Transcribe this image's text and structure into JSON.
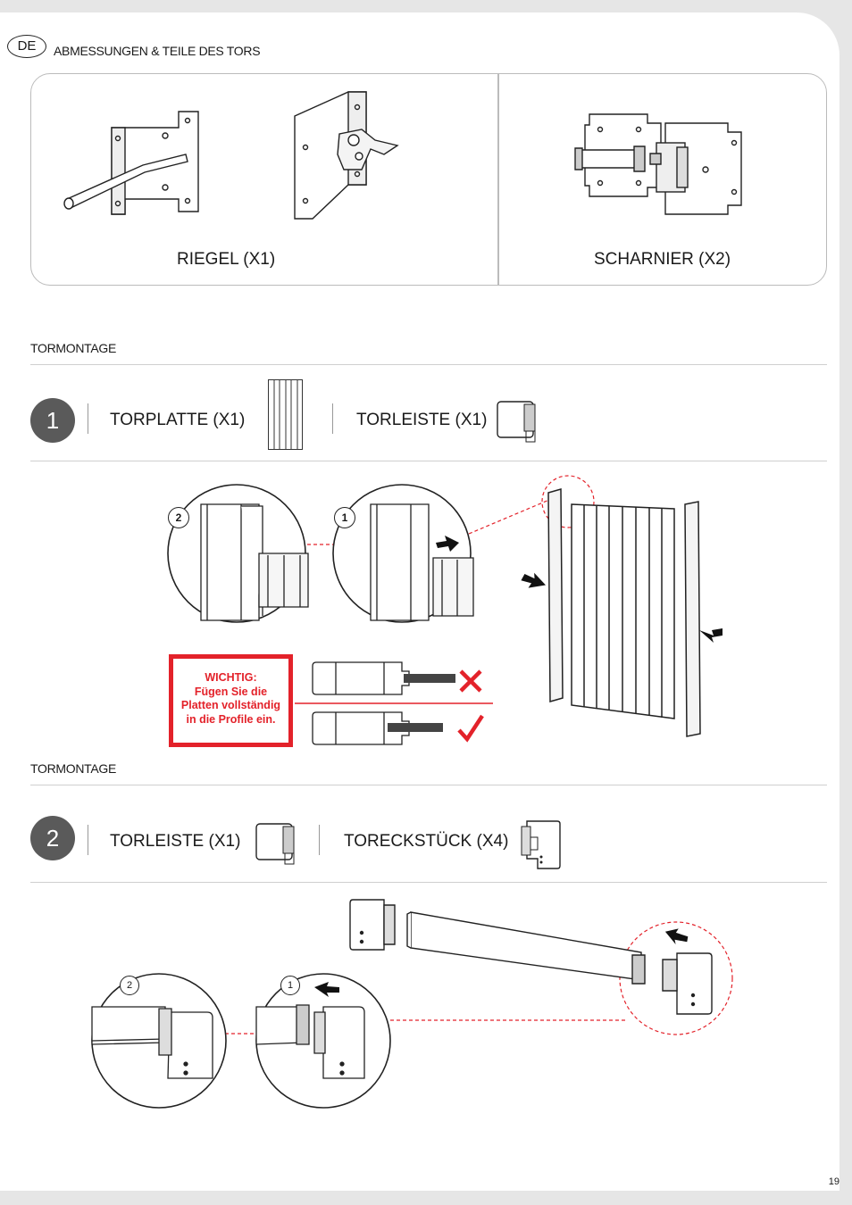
{
  "header": {
    "language": "DE",
    "title": "ABMESSUNGEN & TEILE DES TORS"
  },
  "parts": [
    {
      "label": "RIEGEL (X1)"
    },
    {
      "label": "SCHARNIER (X2)"
    }
  ],
  "sections": [
    {
      "title": "TORMONTAGE"
    },
    {
      "title": "TORMONTAGE"
    }
  ],
  "step1": {
    "number": "1",
    "items": [
      {
        "label": "TORPLATTE  (X1)",
        "icon": "panel-icon"
      },
      {
        "label": "TORLEISTE (X1)",
        "icon": "profile-icon"
      }
    ],
    "detail_numbers": [
      "2",
      "1"
    ],
    "warning": {
      "title": "WICHTIG:",
      "lines": [
        "Fügen Sie die",
        "Platten vollständig",
        "in die Profile ein."
      ]
    }
  },
  "step2": {
    "number": "2",
    "items": [
      {
        "label": "TORLEISTE (X1)",
        "icon": "profile-icon"
      },
      {
        "label": "TORECKSTÜCK (X4)",
        "icon": "corner-piece-icon"
      }
    ],
    "detail_numbers": [
      "2",
      "1"
    ]
  },
  "colors": {
    "accent_red": "#e3222a",
    "step_circle": "#5a5a5a"
  },
  "page_number": "19"
}
